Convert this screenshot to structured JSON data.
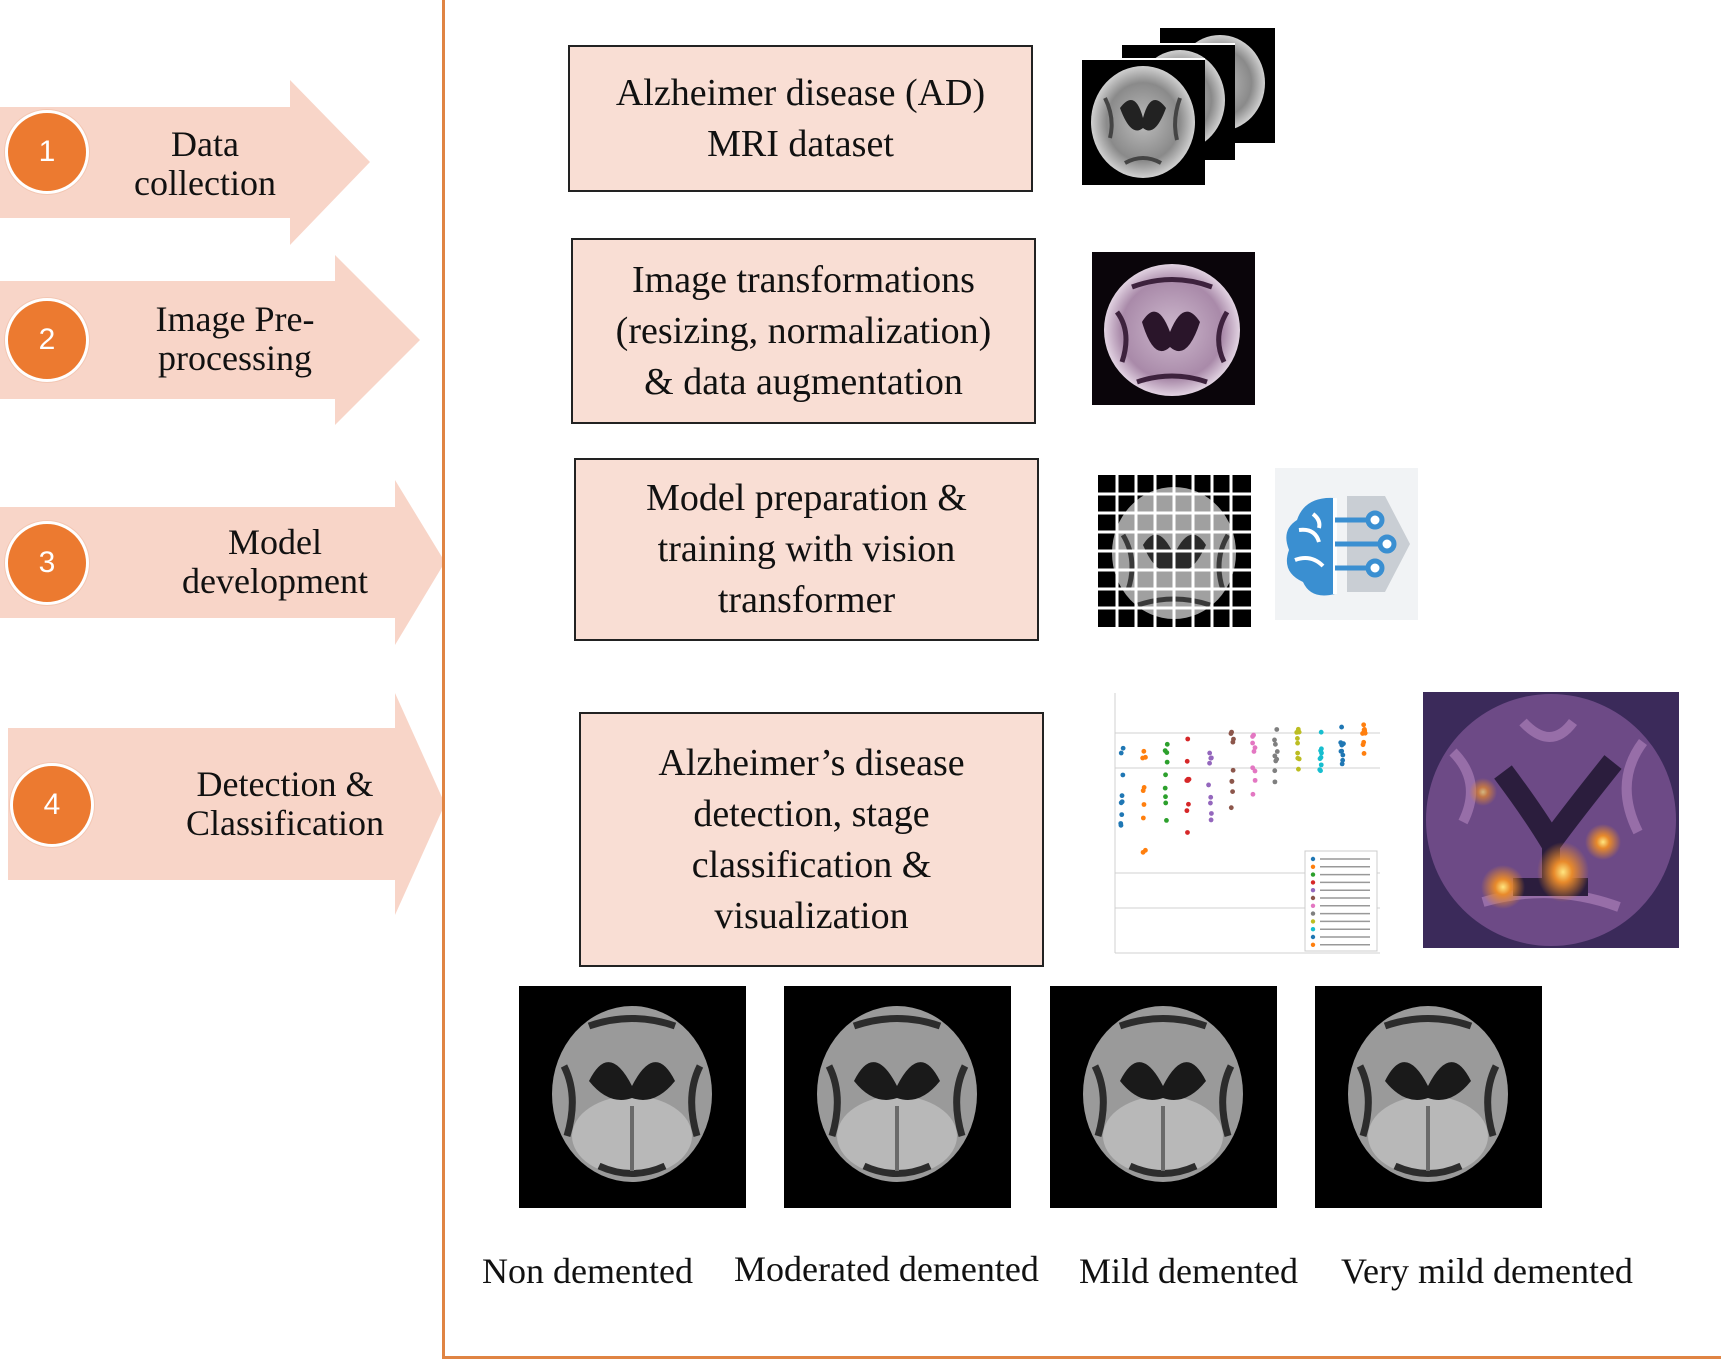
{
  "steps": [
    {
      "number": "1",
      "label_lines": [
        "Data",
        "collection"
      ]
    },
    {
      "number": "2",
      "label_lines": [
        "Image Pre-",
        "processing"
      ]
    },
    {
      "number": "3",
      "label_lines": [
        "Model",
        "development"
      ]
    },
    {
      "number": "4",
      "label_lines": [
        "Detection &",
        "Classification"
      ]
    }
  ],
  "boxes": [
    {
      "lines": [
        "Alzheimer disease (AD)",
        "MRI dataset"
      ]
    },
    {
      "lines": [
        "Image transformations",
        "(resizing, normalization)",
        "& data augmentation"
      ]
    },
    {
      "lines": [
        "Model preparation &",
        "training with vision",
        "transformer"
      ]
    },
    {
      "lines": [
        "Alzheimer’s disease",
        "detection, stage",
        "classification &",
        "visualization"
      ]
    }
  ],
  "classes": [
    "Non demented",
    "Moderated demented",
    "Mild demented",
    "Very mild demented"
  ],
  "colors": {
    "accent": "#ec7a30",
    "arrow_fill": "#f8d5c8",
    "box_fill": "#f9ded4",
    "frame": "#e08443"
  },
  "icons": [
    "brain-mri-stack",
    "brain-mri-augmented",
    "brain-patch-grid",
    "brain-network-icon",
    "attention-distance-scatter",
    "attention-heatmap"
  ]
}
